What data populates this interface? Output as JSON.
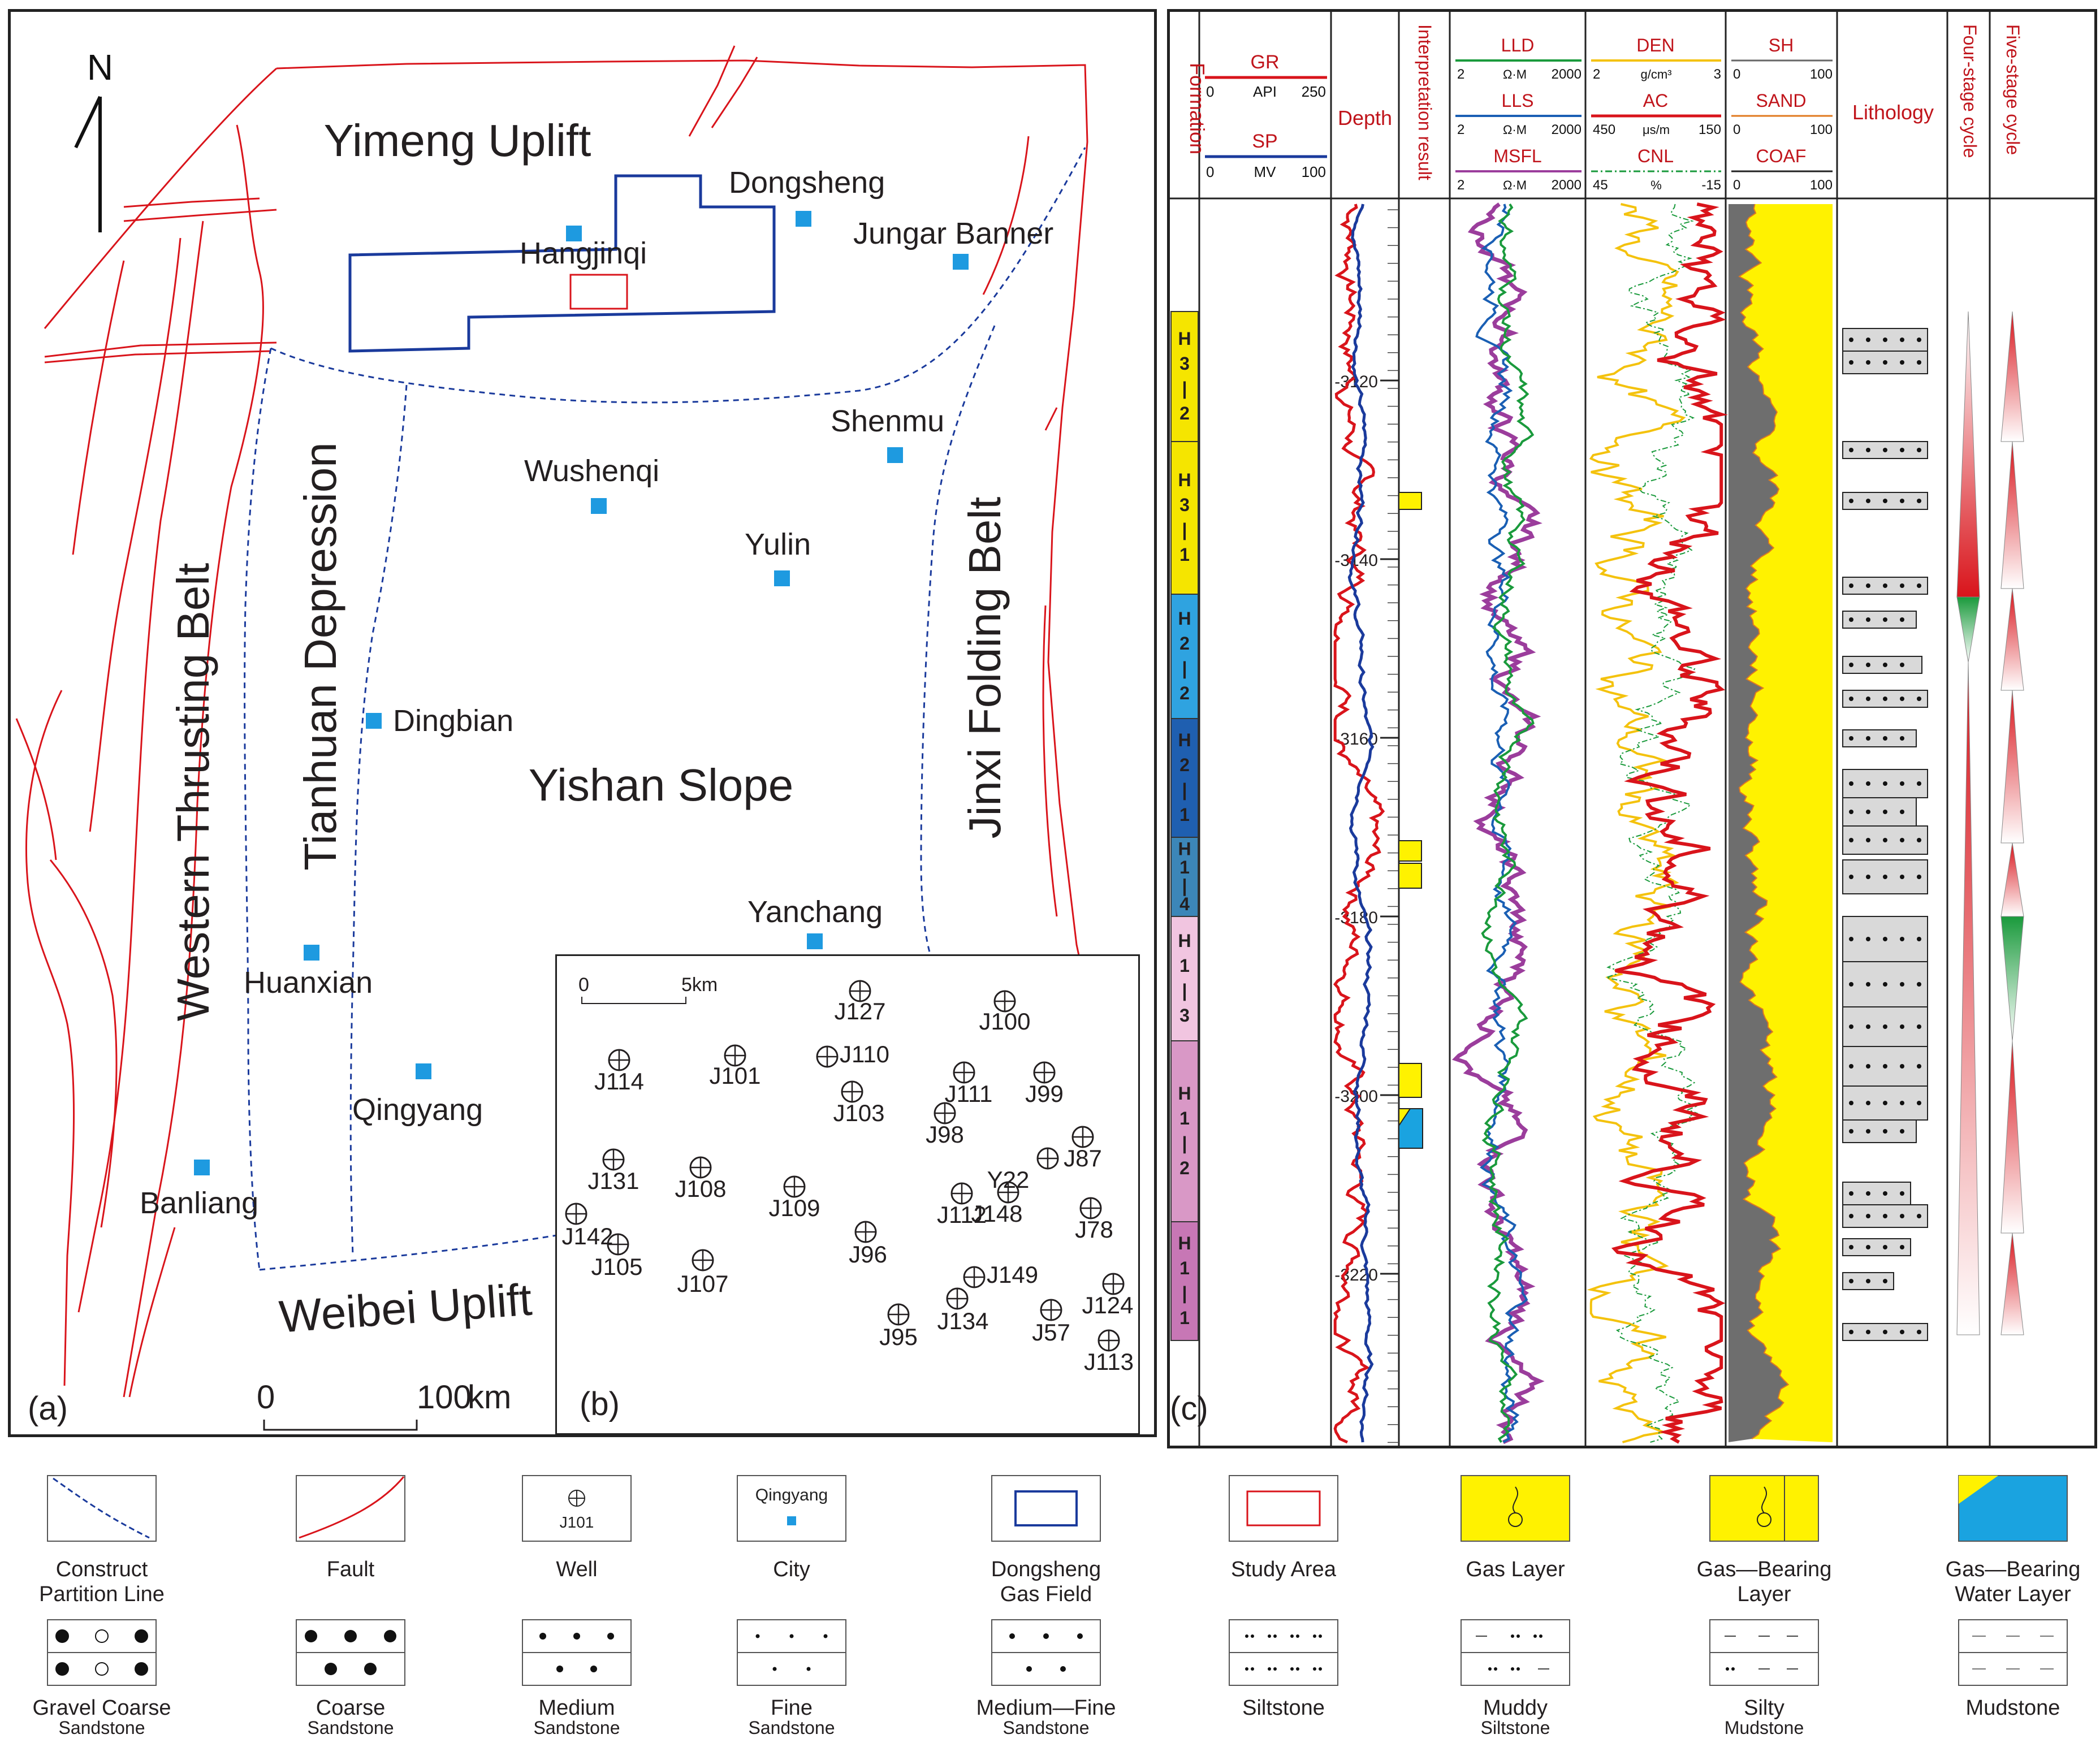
{
  "map": {
    "panel_label": "(a)",
    "north": "N",
    "regions": {
      "yimeng": "Yimeng Uplift",
      "western": "Western Thrusting Belt",
      "tianhuan": "Tianhuan Depression",
      "yishan": "Yishan Slope",
      "jinxi": "Jinxi Folding Belt",
      "weibei": "Weibei Uplift"
    },
    "cities": [
      "Dongsheng",
      "Hangjinqi",
      "Jungar Banner",
      "Shenmu",
      "Wushenqi",
      "Yulin",
      "Dingbian",
      "Yanchang",
      "Huanxian",
      "Qingyang",
      "Banliang"
    ],
    "scale": {
      "start": "0",
      "end": "100",
      "unit": "km"
    }
  },
  "wells_panel": {
    "panel_label": "(b)",
    "scale": {
      "start": "0",
      "end": "5km"
    },
    "wells": [
      "J127",
      "J100",
      "J114",
      "J101",
      "J110",
      "J103",
      "J111",
      "J99",
      "J98",
      "J87",
      "J131",
      "J108",
      "J109",
      "Y22",
      "J112",
      "J148",
      "J78",
      "J142",
      "J96",
      "J105",
      "J107",
      "J149",
      "J124",
      "J134",
      "J95",
      "J57",
      "J113"
    ]
  },
  "log_panel": {
    "panel_label": "(c)",
    "headers": {
      "formation": "Formation",
      "depth": "Depth",
      "interpretation": "Interpretation result",
      "lithology": "Lithology",
      "four_stage": "Four-stage cycle",
      "five_stage": "Five-stage cycle"
    },
    "curves": {
      "gr": {
        "name": "GR",
        "min": "0",
        "unit": "API",
        "max": "250"
      },
      "sp": {
        "name": "SP",
        "min": "0",
        "unit": "MV",
        "max": "100"
      },
      "lld": {
        "name": "LLD",
        "min": "2",
        "unit": "Ω·M",
        "max": "2000"
      },
      "lls": {
        "name": "LLS",
        "min": "2",
        "unit": "Ω·M",
        "max": "2000"
      },
      "msfl": {
        "name": "MSFL",
        "min": "2",
        "unit": "Ω·M",
        "max": "2000"
      },
      "den": {
        "name": "DEN",
        "min": "2",
        "unit": "g/cm³",
        "max": "3"
      },
      "ac": {
        "name": "AC",
        "min": "450",
        "unit": "μs/m",
        "max": "150"
      },
      "cnl": {
        "name": "CNL",
        "min": "45",
        "unit": "%",
        "max": "-15"
      },
      "sh": {
        "name": "SH",
        "min": "0",
        "max": "100"
      },
      "sand": {
        "name": "SAND",
        "min": "0",
        "max": "100"
      },
      "coaf": {
        "name": "COAF",
        "min": "0",
        "max": "100"
      }
    },
    "depth_ticks": [
      "3120",
      "3140",
      "3160",
      "3180",
      "3200",
      "3220"
    ],
    "formations": [
      {
        "label": "H3-2",
        "color": "#f5e500"
      },
      {
        "label": "H3-1",
        "color": "#f5e500"
      },
      {
        "label": "H2-2",
        "color": "#2fa3e0"
      },
      {
        "label": "H2-1",
        "color": "#1f5fb0"
      },
      {
        "label": "H1-4",
        "color": "#3c86b8"
      },
      {
        "label": "H1-3",
        "color": "#f1c5e0"
      },
      {
        "label": "H1-2",
        "color": "#d998c6"
      },
      {
        "label": "H1-1",
        "color": "#c777b5"
      }
    ]
  },
  "legend": {
    "row1": [
      "Construct Partition Line",
      "Fault",
      "Well",
      "City",
      "Dongsheng Gas Field",
      "Study Area",
      "Gas Layer",
      "Gas—Bearing Layer",
      "Gas—Bearing Water Layer"
    ],
    "row1_split": [
      [
        "Construct",
        "Partition Line"
      ],
      [
        "Fault"
      ],
      [
        "Well"
      ],
      [
        "City"
      ],
      [
        "Dongsheng",
        "Gas Field"
      ],
      [
        "Study Area"
      ],
      [
        "Gas Layer"
      ],
      [
        "Gas—Bearing",
        "Layer"
      ],
      [
        "Gas—Bearing",
        "Water Layer"
      ]
    ],
    "well_sample": "J101",
    "city_sample": "Qingyang",
    "row2": [
      [
        "Gravel Coarse",
        "Sandstone"
      ],
      [
        "Coarse",
        "Sandstone"
      ],
      [
        "Medium",
        "Sandstone"
      ],
      [
        "Fine",
        "Sandstone"
      ],
      [
        "Medium—Fine",
        "Sandstone"
      ],
      [
        "Siltstone"
      ],
      [
        "Muddy",
        "Siltstone"
      ],
      [
        "Silty",
        "Mudstone"
      ],
      [
        "Mudstone"
      ]
    ]
  },
  "colors": {
    "fault": "#d9141b",
    "partition": "#1a3a9c",
    "city": "#1e9ae0",
    "gas_field": "#1a3a9c",
    "study_area": "#d9141b",
    "gas_yellow": "#fff200",
    "water_blue": "#1aa3e0",
    "text_red": "#c0141b"
  }
}
